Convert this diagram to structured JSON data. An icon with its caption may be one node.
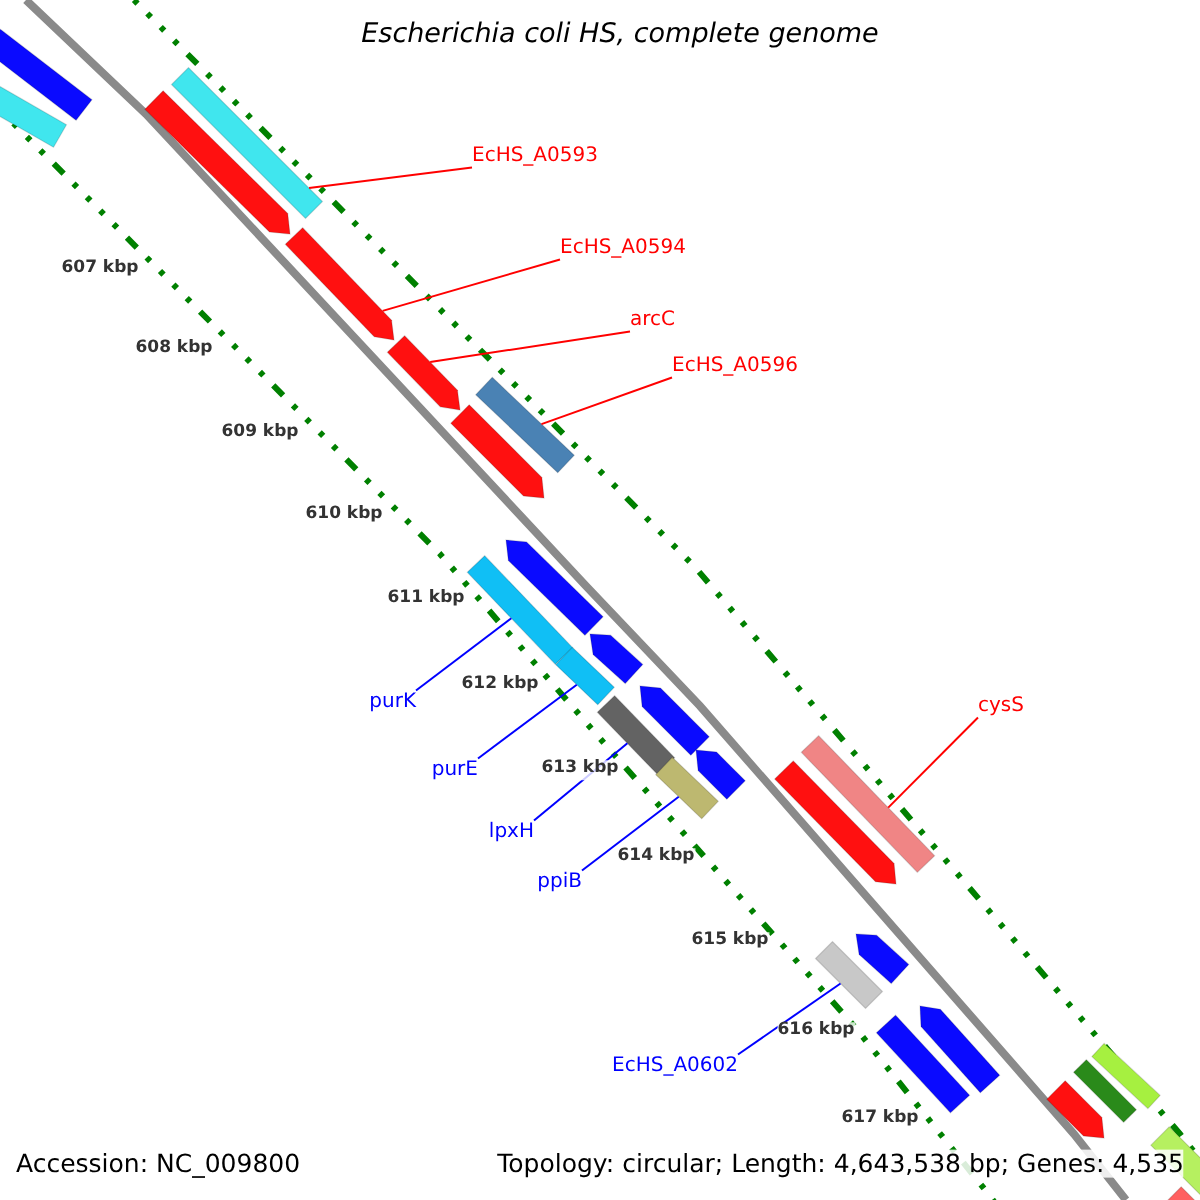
{
  "diagram": {
    "title": "Escherichia coli HS, complete genome",
    "nodes": [
      {
        "text": [
          "EcHS_A0593"
        ]
      },
      {
        "text": [],
        "shape": "bar"
      },
      {
        "text": [
          "EcHS_A0594"
        ]
      },
      {
        "text": [],
        "shape": "bar"
      },
      {
        "text": [
          "arcC"
        ]
      },
      {
        "text": [],
        "shape": "bar"
      },
      {
        "text": [
          "EcHS_A0596"
        ]
      },
      {
        "text": [],
        "shape": "bar"
      },
      {
        "text": [
          "purK"
        ]
      },
      {
        "text": [],
        "shape": "bar"
      },
      {
        "text": [
          "cysS"
        ]
      },
      {
        "text": [],
        "shape": "bar"
      },
      {
        "text": [
          "purE"
        ]
      },
      {
        "text": [],
        "shape": "bar"
      },
      {
        "text": [
          "lpxH"
        ]
      },
      {
        "text": [],
        "shape": "bar"
      },
      {
        "text": [
          "ppiB"
        ]
      },
      {
        "text": [],
        "shape": "bar"
      },
      {
        "text": [
          "EcHS_A0602"
        ]
      },
      {
        "text": [],
        "shape": "bar"
      },
      {
        "text": [],
        "shape": "bar"
      },
      {
        "text": [],
        "shape": "bar"
      },
      {
        "text": [],
        "shape": "bar"
      },
      {
        "text": [],
        "shape": "bar"
      },
      {
        "text": [],
        "shape": "bar"
      },
      {
        "text": [],
        "shape": "bar"
      },
      {
        "text": [],
        "shape": "bar"
      },
      {
        "text": [],
        "shape": "bar"
      },
      {
        "text": [],
        "shape": "bar"
      },
      {
        "text": [],
        "shape": "bar"
      },
      {
        "text": [],
        "shape": "bar"
      },
      {
        "text": [],
        "shape": "bar"
      },
      {
        "text": [],
        "shape": "bar"
      },
      {
        "text": [],
        "shape": "bar"
      },
      {
        "text": [],
        "shape": "bar"
      },
      {
        "text": [],
        "shape": "bar"
      },
      {
        "text": [],
        "shape": "bar"
      }
    ],
    "edges": [
      {
        "from": 0,
        "to": 1,
        "arrow": "none"
      },
      {
        "from": 2,
        "to": 3,
        "arrow": "none"
      },
      {
        "from": 4,
        "to": 5,
        "arrow": "none"
      },
      {
        "from": 6,
        "to": 7,
        "arrow": "none"
      },
      {
        "from": 8,
        "to": 9,
        "arrow": "none",
        "color": "#0000ff"
      },
      {
        "from": 10,
        "to": 11,
        "arrow": "none"
      },
      {
        "from": 12,
        "to": 13,
        "arrow": "none",
        "color": "#0000ff"
      },
      {
        "from": 14,
        "to": 15,
        "arrow": "none",
        "color": "#0000ff"
      },
      {
        "from": 16,
        "to": 17,
        "arrow": "none",
        "color": "#0000ff"
      },
      {
        "from": 18,
        "to": 19,
        "arrow": "none",
        "color": "#0000ff"
      }
    ],
    "labels": [
      "607 kbp",
      "608 kbp",
      "609 kbp",
      "610 kbp",
      "611 kbp",
      "612 kbp",
      "613 kbp",
      "614 kbp",
      "615 kbp",
      "616 kbp",
      "617 kbp",
      "Accession: NC_009800",
      "Topology: circular; Length: 4,643,538 bp; Genes: 4,535"
    ]
  }
}
